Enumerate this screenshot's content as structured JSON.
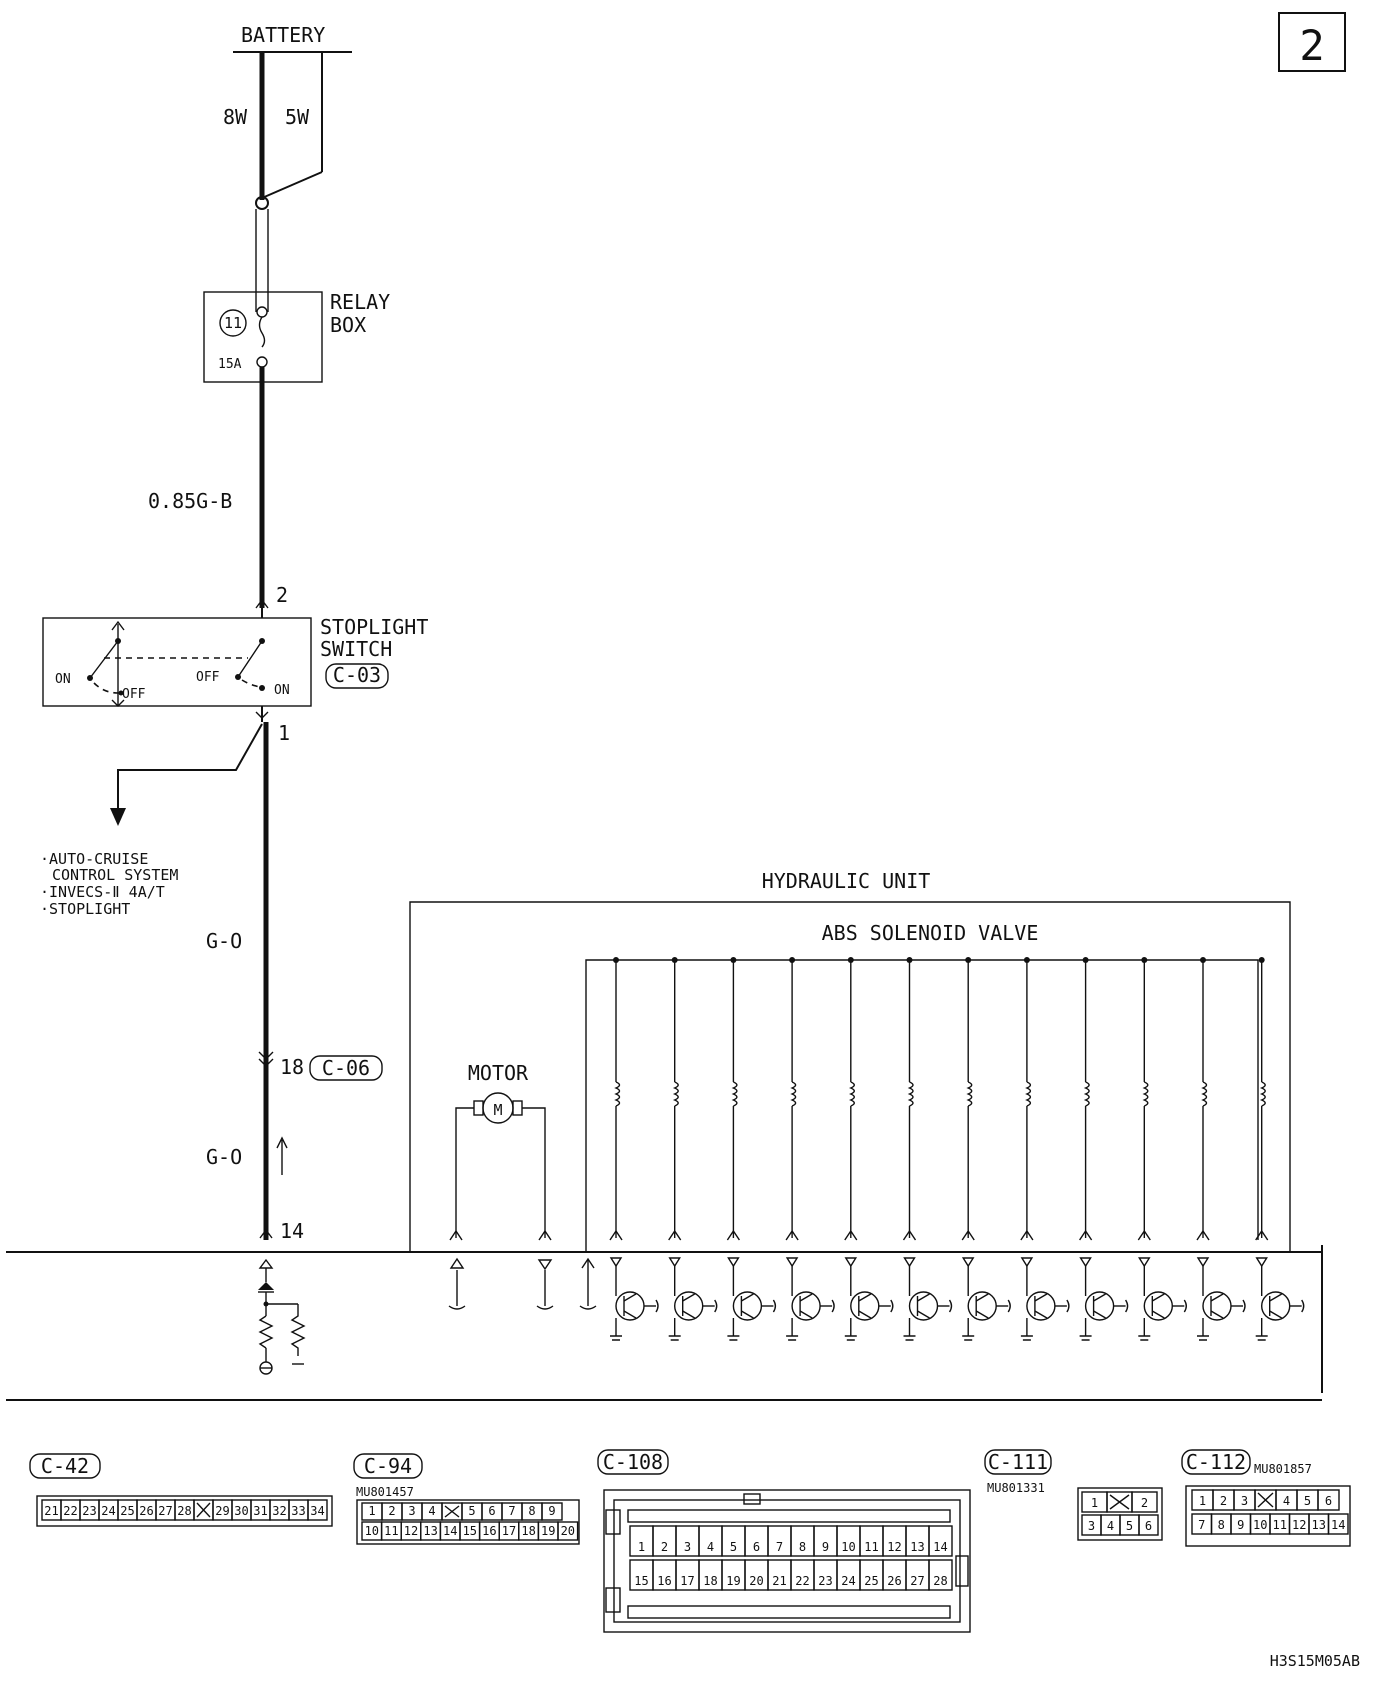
{
  "page_number": "2",
  "battery_label": "BATTERY",
  "wire_8w": "8W",
  "wire_5w": "5W",
  "relay_box": {
    "line1": "RELAY",
    "line2": "BOX",
    "fuse_number": "11",
    "fuse_rating": "15A"
  },
  "wire_main": "0.85G-B",
  "stoplight_switch": {
    "line1": "STOPLIGHT",
    "line2": "SWITCH",
    "connector": "C-03",
    "pin_top": "2",
    "pin_bottom": "1",
    "on_left": "ON",
    "off_left": "OFF",
    "off_right": "OFF",
    "on_right": "ON"
  },
  "branch_items": [
    "·AUTO-CRUISE",
    "CONTROL SYSTEM",
    "·INVECS-Ⅱ 4A/T",
    "·STOPLIGHT"
  ],
  "wire_go_1": "G-O",
  "wire_go_2": "G-O",
  "connector_c06_pin": "18",
  "connector_c06": "C-06",
  "ecu_pin": "14",
  "hydraulic_unit": "HYDRAULIC UNIT",
  "abs_solenoid_valve": "ABS SOLENOID VALVE",
  "motor_label": "MOTOR",
  "motor_symbol": "M",
  "connectors": {
    "c42": {
      "label": "C-42",
      "pins": [
        "21",
        "22",
        "23",
        "24",
        "25",
        "26",
        "27",
        "28",
        "",
        "29",
        "30",
        "31",
        "32",
        "33",
        "34"
      ]
    },
    "c94": {
      "label": "C-94",
      "part": "MU801457",
      "row1": [
        "1",
        "2",
        "3",
        "4",
        "",
        "5",
        "6",
        "7",
        "8",
        "9"
      ],
      "row2": [
        "10",
        "11",
        "12",
        "13",
        "14",
        "15",
        "16",
        "17",
        "18",
        "19",
        "20"
      ]
    },
    "c108": {
      "label": "C-108",
      "row1": [
        "1",
        "2",
        "3",
        "4",
        "5",
        "6",
        "7",
        "8",
        "9",
        "10",
        "11",
        "12",
        "13",
        "14"
      ],
      "row2": [
        "15",
        "16",
        "17",
        "18",
        "19",
        "20",
        "21",
        "22",
        "23",
        "24",
        "25",
        "26",
        "27",
        "28"
      ]
    },
    "c111": {
      "label": "C-111",
      "part": "MU801331",
      "row1": [
        "1",
        "",
        "2"
      ],
      "row2": [
        "3",
        "4",
        "5",
        "6"
      ]
    },
    "c112": {
      "label": "C-112",
      "part": "MU801857",
      "row1": [
        "1",
        "2",
        "3",
        "",
        "4",
        "5",
        "6"
      ],
      "row2": [
        "7",
        "8",
        "9",
        "10",
        "11",
        "12",
        "13",
        "14"
      ]
    }
  },
  "drawing_code": "H3S15M05AB"
}
